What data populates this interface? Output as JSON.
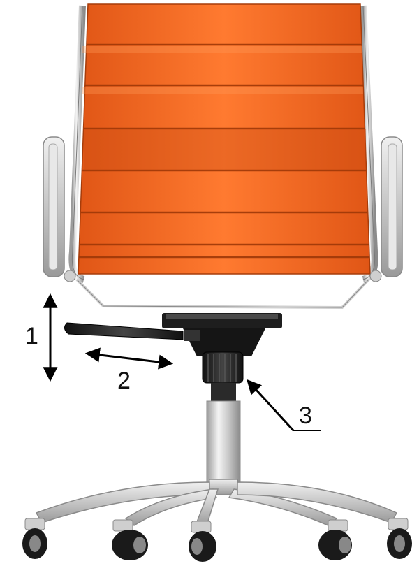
{
  "diagram": {
    "callouts": [
      {
        "number": "1",
        "meaning": "seat-height-adjustment"
      },
      {
        "number": "2",
        "meaning": "lever-push-pull"
      },
      {
        "number": "3",
        "meaning": "tilt-tension-knob"
      }
    ],
    "colors": {
      "seat_orange": "#f26a22",
      "seat_orange_dark": "#c94a10",
      "seat_orange_light": "#ff8f4a",
      "chrome": "#d8d8d8",
      "chrome_dark": "#8a8a8a",
      "mechanism_black": "#1a1a1a",
      "arrow_black": "#000000"
    }
  }
}
